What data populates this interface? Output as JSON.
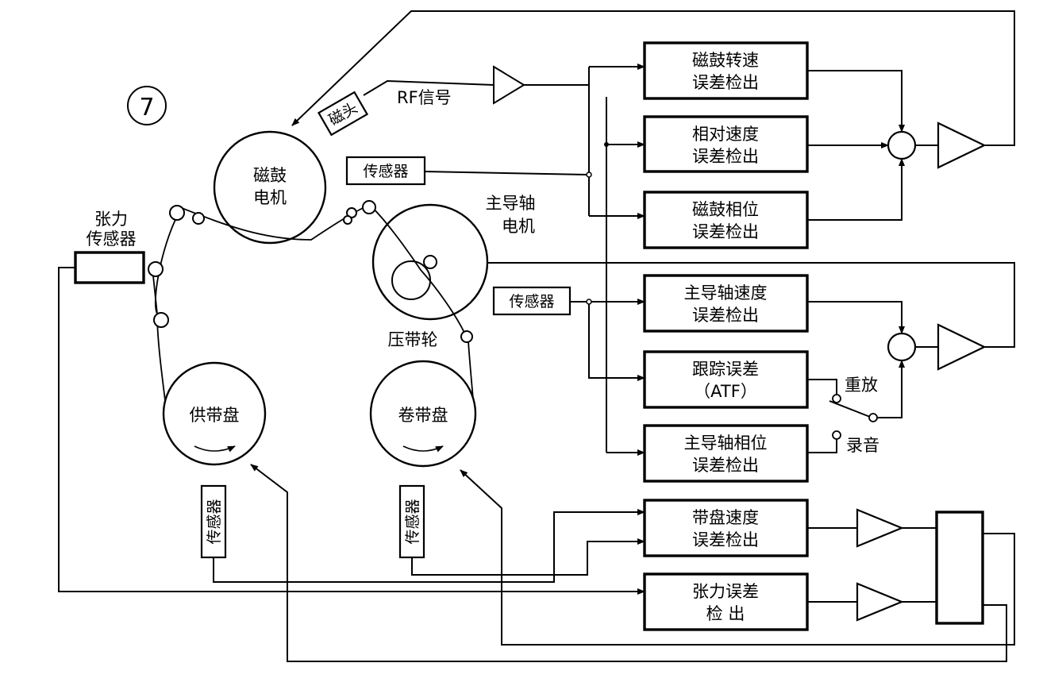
{
  "figure_number": "7",
  "labels": {
    "rf_signal": "RF信号",
    "head": "磁头",
    "drum_motor": [
      "磁鼓",
      "电机"
    ],
    "drum_sensor": "传感器",
    "capstan_motor": [
      "主导轴",
      "电机"
    ],
    "capstan_sensor": "传感器",
    "tension_sensor": [
      "张力",
      "传感器"
    ],
    "pinch_roller": "压带轮",
    "supply_reel": "供带盘",
    "takeup_reel": "卷带盘",
    "supply_reel_sensor": "传感器",
    "takeup_reel_sensor": "传感器",
    "playback": "重放",
    "record": "录音"
  },
  "blocks": {
    "drum_speed": [
      "磁鼓转速",
      "误差检出"
    ],
    "relative_speed": [
      "相对速度",
      "误差检出"
    ],
    "drum_phase": [
      "磁鼓相位",
      "误差检出"
    ],
    "capstan_speed": [
      "主导轴速度",
      "误差检出"
    ],
    "tracking": [
      "跟踪误差",
      "（ATF）"
    ],
    "capstan_phase": [
      "主导轴相位",
      "误差检出"
    ],
    "reel_speed": [
      "带盘速度",
      "误差检出"
    ],
    "tension": [
      "张力误差",
      "检  出"
    ]
  }
}
